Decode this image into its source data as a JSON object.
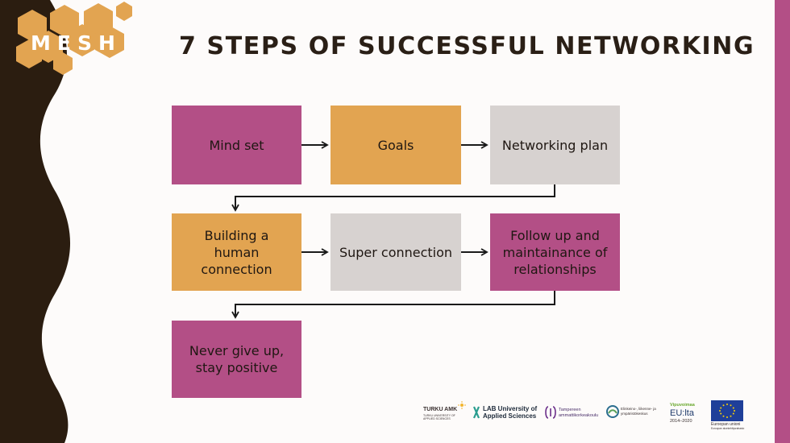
{
  "title": "7 STEPS OF  SUCCESSFUL NETWORKING",
  "logo_text": "MESH",
  "colors": {
    "pink": "#b34f86",
    "orange": "#e2a451",
    "grey": "#d7d2d0",
    "dark": "#2a1f16"
  },
  "steps": [
    {
      "label": "Mind set",
      "color": "pink"
    },
    {
      "label": "Goals",
      "color": "orange"
    },
    {
      "label": "Networking plan",
      "color": "grey"
    },
    {
      "label": "Building a human connection",
      "color": "orange"
    },
    {
      "label": "Super connection",
      "color": "grey"
    },
    {
      "label": "Follow up and maintainance of relationships",
      "color": "pink"
    },
    {
      "label": "Never give up, stay positive",
      "color": "pink"
    }
  ],
  "partners": {
    "turku": "TURKU AMK",
    "turku_sub": "TURKU UNIVERSITY OF APPLIED SCIENCES",
    "lab": "LAB University of Applied Sciences",
    "tampere": "Tampereen ammattikorkeakoulu",
    "ely": "Elinkeino-, liikenne- ja ympäristökeskus",
    "vipu": "Vipuvoimaa",
    "euilta": "EU:lta",
    "years": "2014–2020",
    "eu": "Euroopan unioni",
    "eu_sub": "Euroopan aluekehitysrahasto"
  }
}
